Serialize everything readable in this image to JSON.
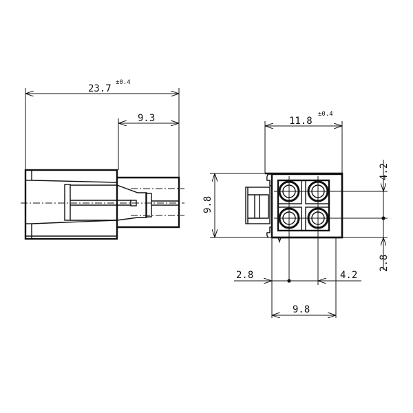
{
  "side_view": {
    "overall_length": "23.7",
    "overall_tolerance": "±0.4",
    "tail_length": "9.3"
  },
  "front_view": {
    "width": "11.8",
    "width_tolerance": "±0.4",
    "height": "9.8",
    "pitch_vertical": "4.2",
    "offset_vertical": "2.8",
    "offset_horizontal": "2.8",
    "pitch_horizontal": "4.2",
    "inner_width": "9.8"
  }
}
